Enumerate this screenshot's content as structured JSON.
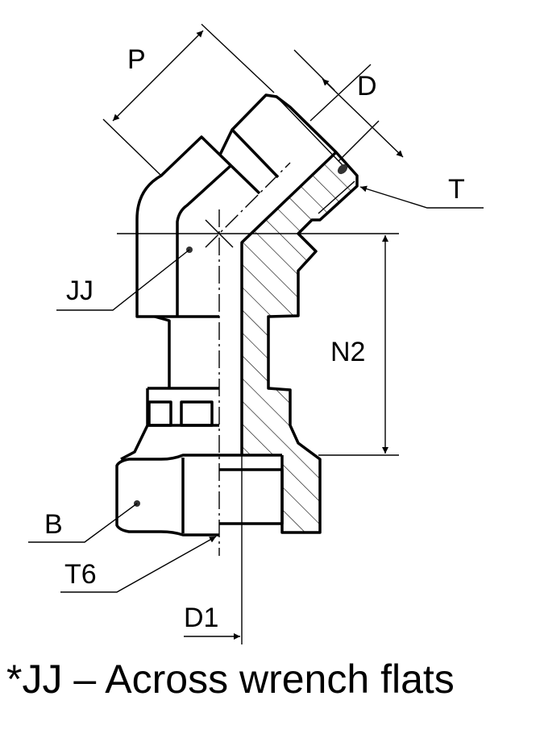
{
  "labels": {
    "p": "P",
    "d": "D",
    "t": "T",
    "jj": "JJ",
    "n2": "N2",
    "b": "B",
    "t6": "T6",
    "d1": "D1"
  },
  "caption": "*JJ – Across wrench flats"
}
